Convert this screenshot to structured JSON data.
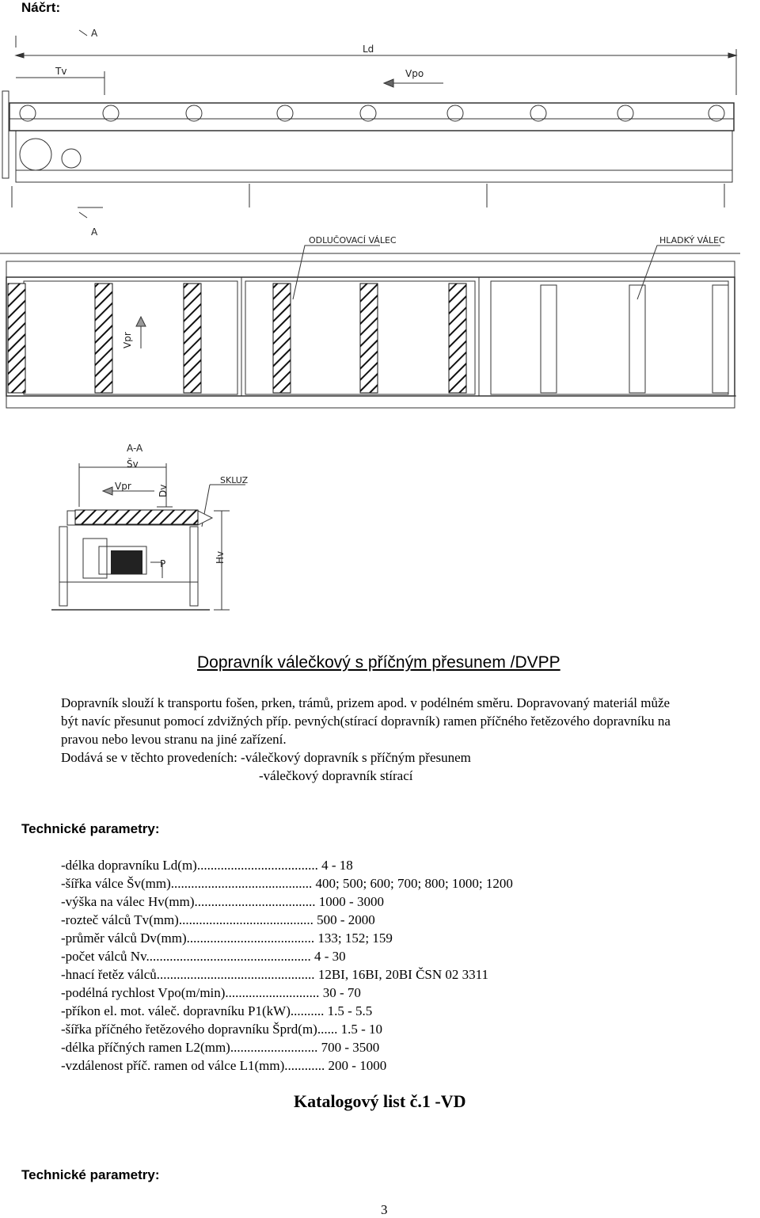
{
  "sketch_label": "Náčrt:",
  "drawing_labels": {
    "ld": "Ld",
    "tv": "Tv",
    "vpo": "Vpo",
    "section_a_top": "A",
    "section_a_bottom": "A",
    "odlucovaci_valec": "ODLUČOVACÍ VÁLEC",
    "hladky_valec": "HLADKÝ VÁLEC",
    "vpr_top": "Vpr",
    "section_title": "A-A",
    "sv": "Šv",
    "vpr_section": "Vpr",
    "dv": "Dv",
    "skluz": "SKLUZ",
    "p": "P",
    "hv": "Hv"
  },
  "title": "Dopravník válečkový s příčným přesunem /DVPP",
  "description": {
    "line1": "Dopravník slouží k transportu fošen, prken, trámů, prizem apod. v podélném směru. Dopravovaný materiál může",
    "line2": "být navíc přesunut pomocí zdvižných příp. pevných(stírací dopravník) ramen příčného řetězového dopravníku na",
    "line3": "pravou nebo levou stranu na jiné zařízení.",
    "line4": "Dodává se v těchto provedeních: -válečkový dopravník s příčným přesunem",
    "line5": "-válečkový dopravník stírací"
  },
  "params_heading": "Technické parametry:",
  "params": [
    {
      "label": "-délka dopravníku Ld(m)....................................",
      "value": "4 - 18"
    },
    {
      "label": "-šířka válce Šv(mm)..........................................",
      "value": "400; 500; 600; 700; 800; 1000; 1200"
    },
    {
      "label": "-výška na válec Hv(mm)....................................",
      "value": "1000 - 3000"
    },
    {
      "label": "-rozteč válců Tv(mm)........................................",
      "value": "500 - 2000"
    },
    {
      "label": "-průměr válců Dv(mm)......................................",
      "value": "133; 152; 159"
    },
    {
      "label": "-počet válců Nv.................................................",
      "value": "4 - 30"
    },
    {
      "label": "-hnací řetěz válců...............................................",
      "value": "12BI, 16BI, 20BI ČSN 02 3311"
    },
    {
      "label": "-podélná rychlost Vpo(m/min)............................",
      "value": "30 - 70"
    },
    {
      "label": "-příkon el. mot. váleč. dopravníku P1(kW)..........",
      "value": "1.5 - 5.5"
    },
    {
      "label": "-šířka příčného řetězového dopravníku Šprd(m)......",
      "value": "1.5 - 10"
    },
    {
      "label": "-délka příčných ramen L2(mm)..........................",
      "value": "700 - 3500"
    },
    {
      "label": "-vzdálenost příč. ramen od válce L1(mm)............",
      "value": "200 - 1000"
    }
  ],
  "catalog_title": "Katalogový list č.1 -VD",
  "params_heading_2": "Technické parametry:",
  "page_number": "3"
}
